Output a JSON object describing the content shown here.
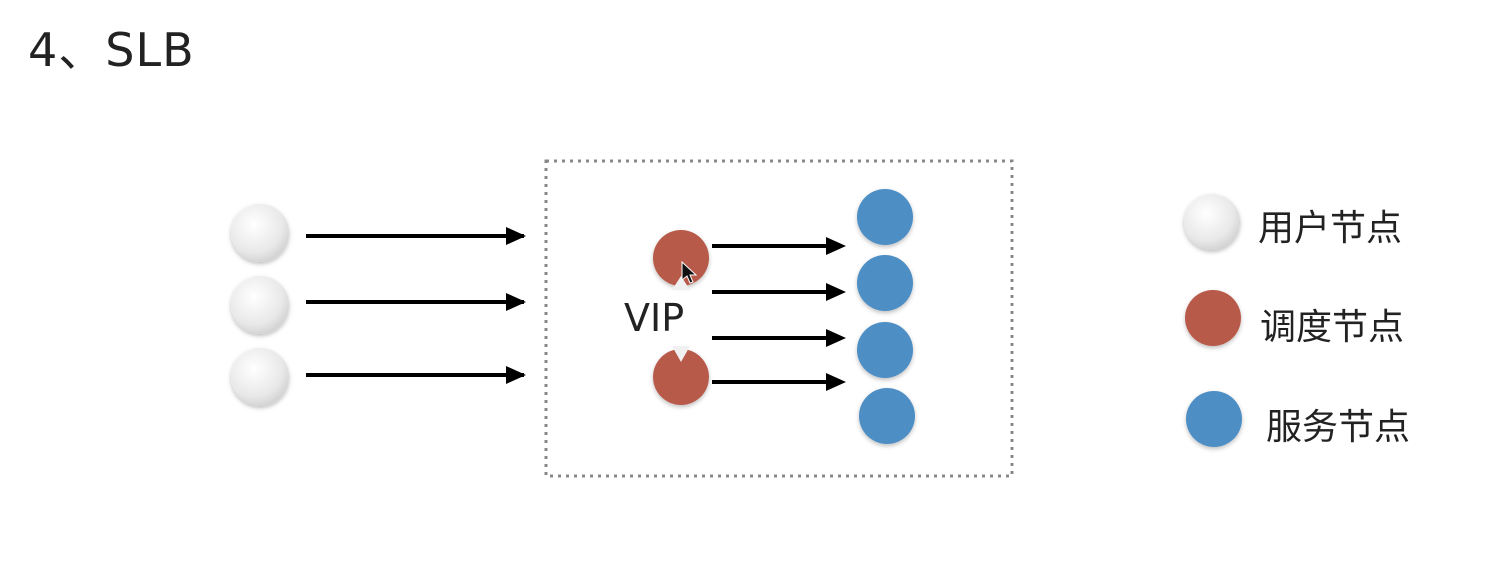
{
  "title": "4、SLB",
  "vip_label": "VIP",
  "colors": {
    "user_node": "#e6e6e6",
    "scheduler_node": "#b85a4a",
    "service_node": "#4d8ec4",
    "arrow": "#000000",
    "box_border": "#888888"
  },
  "legend": [
    {
      "label": "用户节点",
      "icon": "user-node-circle"
    },
    {
      "label": "调度节点",
      "icon": "scheduler-node-circle"
    },
    {
      "label": "服务节点",
      "icon": "service-node-circle"
    }
  ]
}
